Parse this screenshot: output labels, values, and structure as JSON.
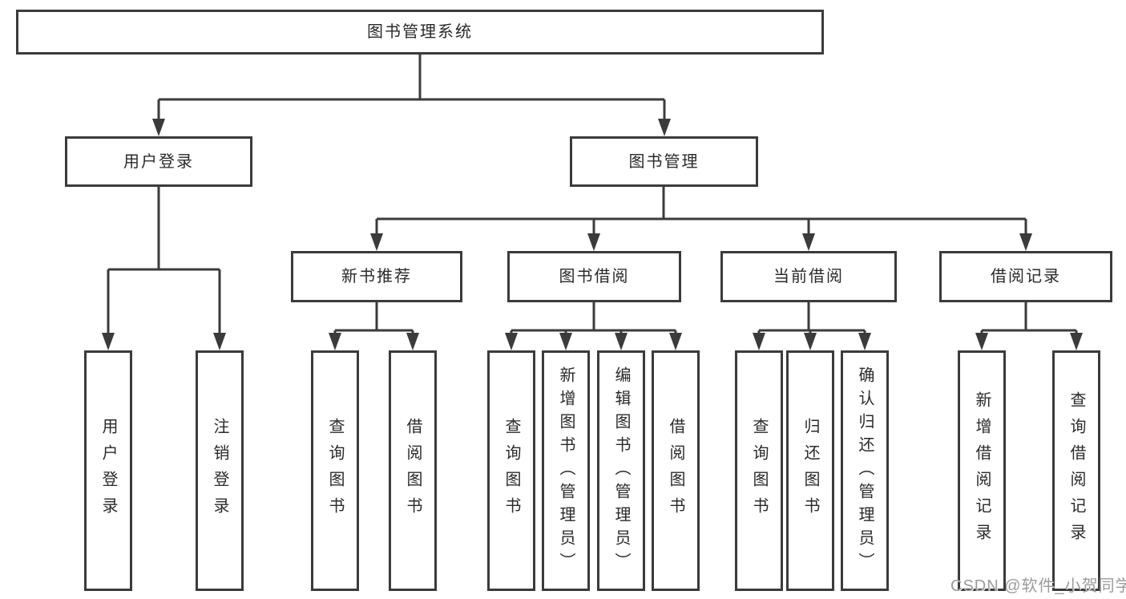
{
  "tree": {
    "root": "图书管理系统",
    "children": [
      {
        "label": "用户登录",
        "children": [
          "用户登录",
          "注销登录"
        ]
      },
      {
        "label": "图书管理",
        "children": [
          {
            "label": "新书推荐",
            "children": [
              "查询图书",
              "借阅图书"
            ]
          },
          {
            "label": "图书借阅",
            "children": [
              "查询图书",
              "新增图书（管理员）",
              "编辑图书（管理员）",
              "借阅图书"
            ]
          },
          {
            "label": "当前借阅",
            "children": [
              "查询图书",
              "归还图书",
              "确认归还（管理员）"
            ]
          },
          {
            "label": "借阅记录",
            "children": [
              "新增借阅记录",
              "查询借阅记录"
            ]
          }
        ]
      }
    ]
  },
  "watermark": {
    "text": "CSDN @软件_小贺同学"
  },
  "colors": {
    "line": "#3b3b3b",
    "box_border": "#3b3b3b",
    "text": "#2a2a2a",
    "watermark": "#9b9b9b",
    "background": "#ffffff"
  }
}
